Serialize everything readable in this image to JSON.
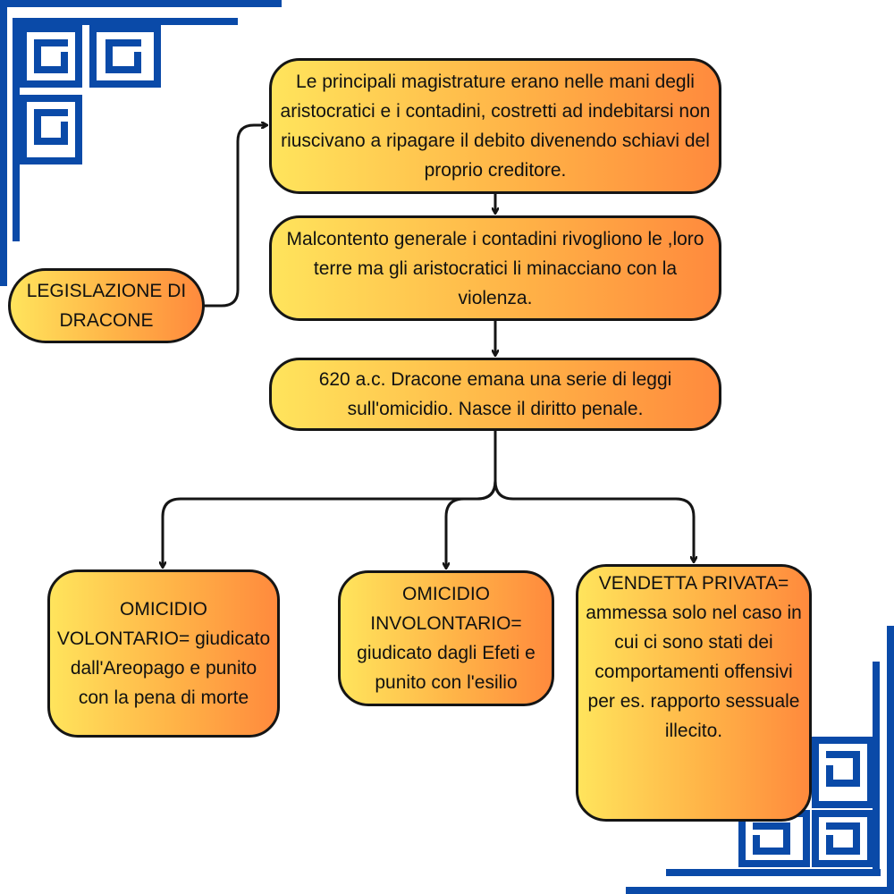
{
  "nodes": {
    "root": "LEGISLAZIONE DI DRACONE",
    "aristocrats": "Le principali magistrature erano nelle mani degli aristocratici e i contadini, costretti ad indebitarsi non riuscivano a ripagare il debito divenendo schiavi del proprio creditore.",
    "discontent": "Malcontento generale i contadini rivogliono le ,loro terre ma gli aristocratici li minacciano con la violenza.",
    "laws": "620 a.c. Dracone emana una serie di leggi sull'omicidio. Nasce il diritto penale.",
    "voluntary": "OMICIDIO VOLONTARIO= giudicato dall'Areopago e punito con la pena di morte",
    "involuntary": "OMICIDIO INVOLONTARIO= giudicato dagli Efeti e punito con l'esilio",
    "vendetta": "VENDETTA PRIVATA= ammessa solo nel caso in cui ci sono stati dei comportamenti offensivi per es. rapporto sessuale illecito."
  },
  "colors": {
    "border_meander": "#0a4aa8",
    "node_gradient_start": "#ffe45c",
    "node_gradient_end": "#ff8a3d",
    "connector": "#151515"
  }
}
